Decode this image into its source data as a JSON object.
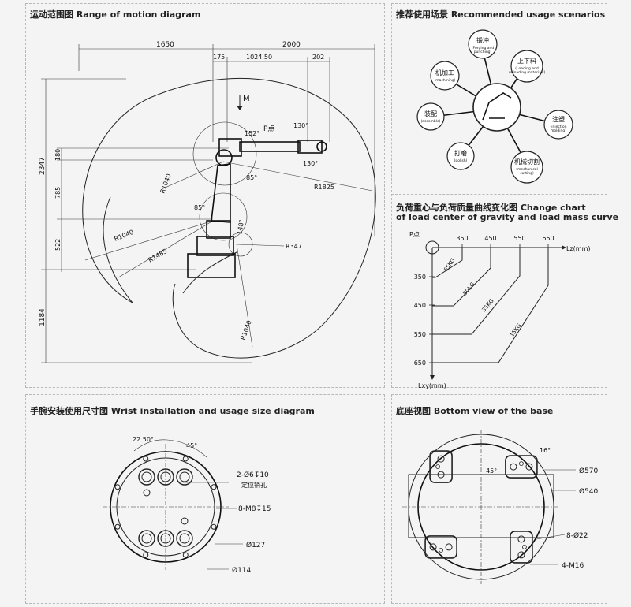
{
  "panels": {
    "motion": {
      "title": "运动范围图 Range of motion diagram"
    },
    "scenarios": {
      "title": "推荐使用场景 Recommended usage scenarios"
    },
    "load": {
      "title_line1": "负荷重心与负荷质量曲线变化图 Change chart",
      "title_line2": "of load center of gravity and load mass curve"
    },
    "wrist": {
      "title": "手腕安装使用尺寸图 Wrist installation and usage size diagram"
    },
    "base": {
      "title": "底座视图 Bottom view of the base"
    }
  },
  "motion": {
    "dims_top": [
      "1650",
      "2000",
      "175",
      "1024.50",
      "202"
    ],
    "dims_left": [
      "2347",
      "180",
      "785",
      "522",
      "1184"
    ],
    "radii": [
      "R1040",
      "R1825",
      "R1040",
      "R1485",
      "R347",
      "R1040"
    ],
    "angles": [
      "152°",
      "130°",
      "130°",
      "85°",
      "85°",
      "148°"
    ],
    "point_label": "P点",
    "m_label": "M"
  },
  "scenarios": {
    "center": "robot",
    "nodes": [
      {
        "cn": "锻冲",
        "en1": "(Forging and",
        "en2": "punching)"
      },
      {
        "cn": "上下料",
        "en1": "(Loading and",
        "en2": "unloading materials)"
      },
      {
        "cn": "注塑",
        "en1": "(injection",
        "en2": "molding)"
      },
      {
        "cn": "机械切割",
        "en1": "(mechanical",
        "en2": "cutting)"
      },
      {
        "cn": "打磨",
        "en1": "(polish)",
        "en2": ""
      },
      {
        "cn": "装配",
        "en1": "(assemble)",
        "en2": ""
      },
      {
        "cn": "机加工",
        "en1": "(machining)",
        "en2": ""
      }
    ]
  },
  "load": {
    "point_label": "P点",
    "x_axis_label": "Lz(mm)",
    "y_axis_label": "Lxy(mm)",
    "x_ticks": [
      "350",
      "450",
      "550",
      "650"
    ],
    "y_ticks": [
      "350",
      "450",
      "550",
      "650"
    ],
    "curves": [
      "65KG",
      "50KG",
      "35KG",
      "15KG"
    ]
  },
  "wrist": {
    "angle1": "22.50°",
    "angle2": "45°",
    "label_pin": "2-Ø6↧10",
    "label_pin_cn": "定位销孔",
    "label_m8": "8-M8↧15",
    "dia_127": "Ø127",
    "dia_114": "Ø114"
  },
  "base": {
    "angle_16": "16°",
    "angle_45": "45°",
    "dia_570": "Ø570",
    "dia_540": "Ø540",
    "holes": "8-Ø22",
    "threads": "4-M16"
  }
}
